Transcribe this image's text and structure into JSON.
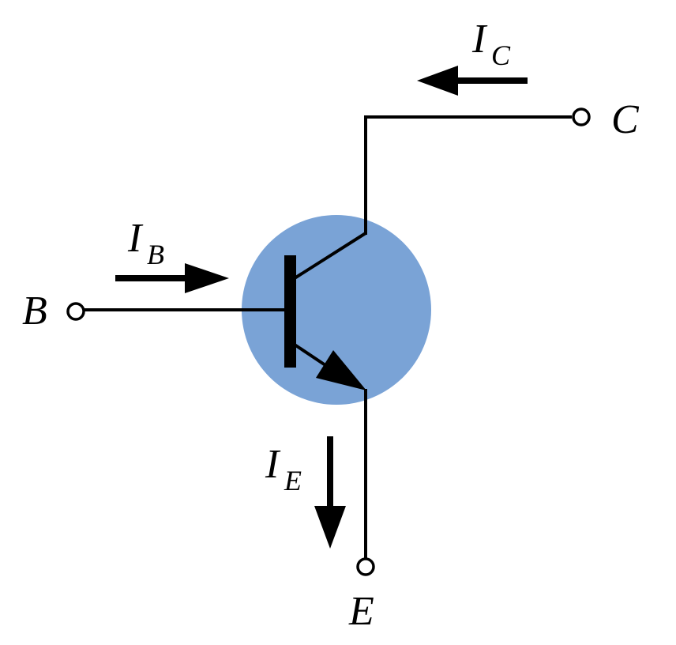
{
  "colors": {
    "body": "#7aa3d6",
    "line": "#000000",
    "background": "#ffffff"
  },
  "terminals": {
    "collector": "C",
    "base": "B",
    "emitter": "E"
  },
  "currents": {
    "collector": {
      "symbol": "I",
      "subscript": "C",
      "direction": "left"
    },
    "base": {
      "symbol": "I",
      "subscript": "B",
      "direction": "right"
    },
    "emitter": {
      "symbol": "I",
      "subscript": "E",
      "direction": "down"
    }
  }
}
